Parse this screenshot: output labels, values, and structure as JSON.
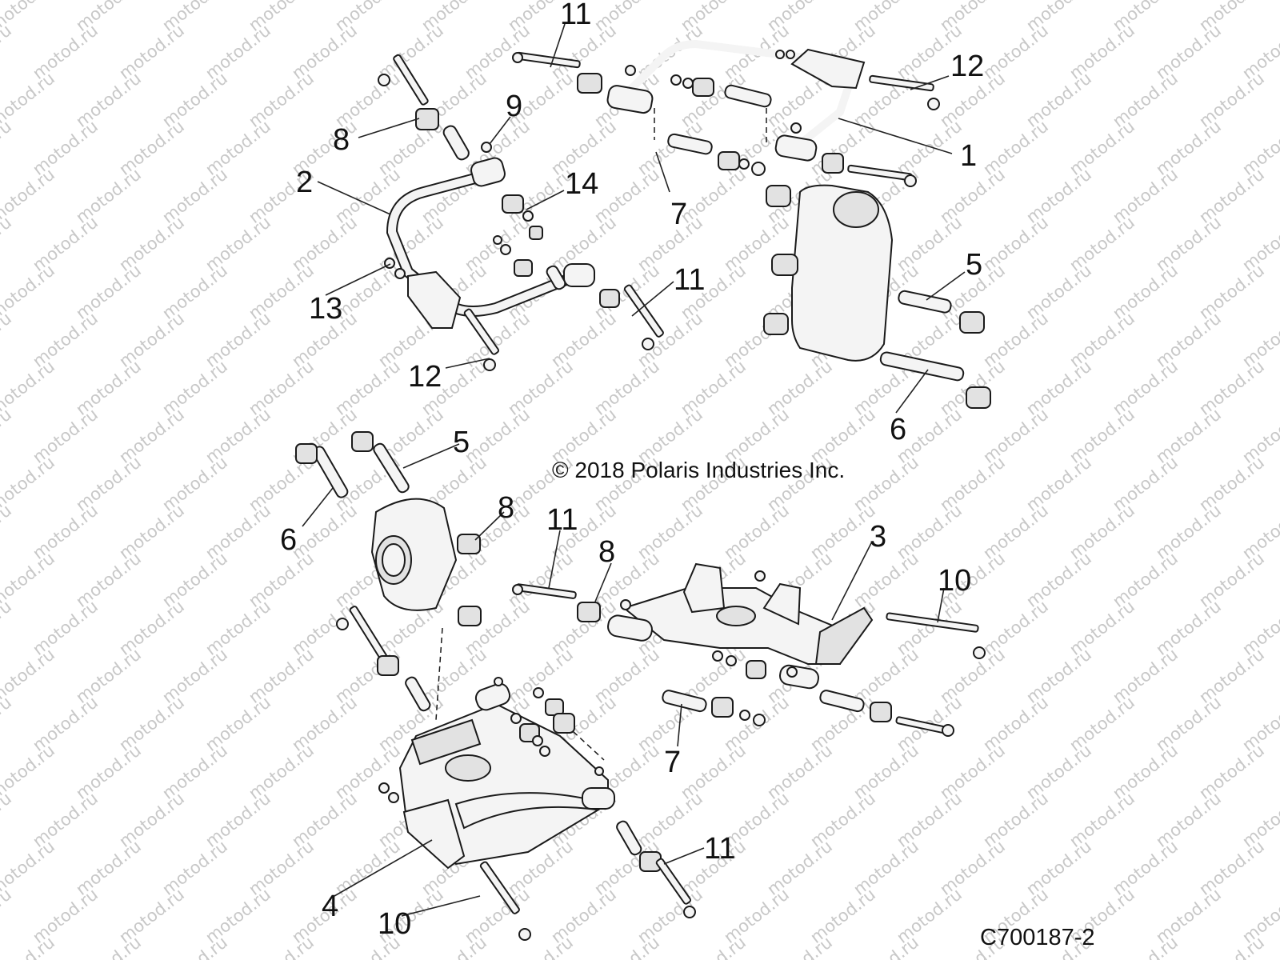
{
  "diagram": {
    "watermark_text": "motod.ru",
    "copyright": "© 2018 Polaris Industries Inc.",
    "drawing_number": "C700187-2",
    "callouts": [
      {
        "id": "c-11-a",
        "label": "11"
      },
      {
        "id": "c-12-a",
        "label": "12"
      },
      {
        "id": "c-1",
        "label": "1"
      },
      {
        "id": "c-9",
        "label": "9"
      },
      {
        "id": "c-8-a",
        "label": "8"
      },
      {
        "id": "c-14",
        "label": "14"
      },
      {
        "id": "c-7-a",
        "label": "7"
      },
      {
        "id": "c-2",
        "label": "2"
      },
      {
        "id": "c-11-b",
        "label": "11"
      },
      {
        "id": "c-5-a",
        "label": "5"
      },
      {
        "id": "c-13",
        "label": "13"
      },
      {
        "id": "c-12-b",
        "label": "12"
      },
      {
        "id": "c-6-a",
        "label": "6"
      },
      {
        "id": "c-5-b",
        "label": "5"
      },
      {
        "id": "c-8-b",
        "label": "8"
      },
      {
        "id": "c-6-b",
        "label": "6"
      },
      {
        "id": "c-11-c",
        "label": "11"
      },
      {
        "id": "c-8-c",
        "label": "8"
      },
      {
        "id": "c-3",
        "label": "3"
      },
      {
        "id": "c-10-a",
        "label": "10"
      },
      {
        "id": "c-7-b",
        "label": "7"
      },
      {
        "id": "c-11-d",
        "label": "11"
      },
      {
        "id": "c-4",
        "label": "4"
      },
      {
        "id": "c-10-b",
        "label": "10"
      }
    ]
  }
}
